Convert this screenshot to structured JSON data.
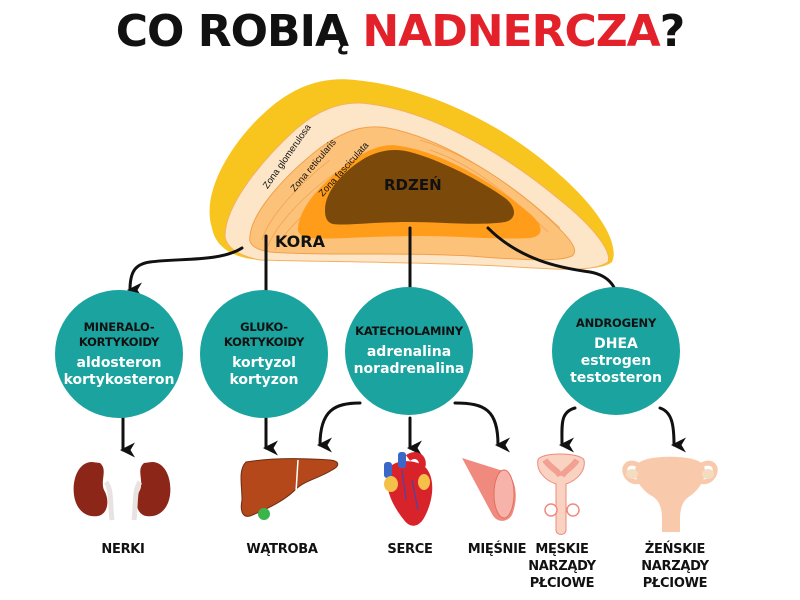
{
  "title": {
    "part1": "CO ROBIĄ ",
    "part2": "NADNERCZA",
    "part3": "?",
    "colors": {
      "dark": "#111111",
      "accent": "#e3212b"
    }
  },
  "gland": {
    "medulla_label": "RDZEŃ",
    "cortex_label": "KORA",
    "zones": [
      "Zona glomerulosa",
      "Zona reticularis",
      "Zona fasciculata"
    ],
    "colors": {
      "capsule": "#f7c51e",
      "outer": "#fde6c8",
      "reticularis": "#fcc27a",
      "fasciculata": "#ff9c1a",
      "medulla": "#7b4a0a"
    }
  },
  "hormone_groups": [
    {
      "category": "MINERALO-\nKORTYKOIDY",
      "category_l1": "MINERALO-",
      "category_l2": "KORTYKOIDY",
      "hormones": [
        "aldosteron",
        "kortykosteron"
      ]
    },
    {
      "category_l1": "GLUKO-",
      "category_l2": "KORTYKOIDY",
      "hormones": [
        "kortyzol",
        "kortyzon"
      ]
    },
    {
      "category_l1": "KATECHOLAMINY",
      "category_l2": "",
      "hormones": [
        "adrenalina",
        "noradrenalina"
      ]
    },
    {
      "category_l1": "ANDROGENY",
      "category_l2": "",
      "hormones": [
        "DHEA",
        "estrogen",
        "testosteron"
      ]
    }
  ],
  "circle_color": "#1aa39f",
  "organs": [
    {
      "icon": "kidneys-icon",
      "label_l1": "NERKI"
    },
    {
      "icon": "liver-icon",
      "label_l1": "WĄTROBA"
    },
    {
      "icon": "heart-icon",
      "label_l1": "SERCE"
    },
    {
      "icon": "muscle-icon",
      "label_l1": "MIĘŚNIE"
    },
    {
      "icon": "male-reproductive-icon",
      "label_l1": "MĘSKIE",
      "label_l2": "NARZĄDY",
      "label_l3": "PŁCIOWE"
    },
    {
      "icon": "female-reproductive-icon",
      "label_l1": "ŻEŃSKIE",
      "label_l2": "NARZĄDY",
      "label_l3": "PŁCIOWE"
    }
  ]
}
